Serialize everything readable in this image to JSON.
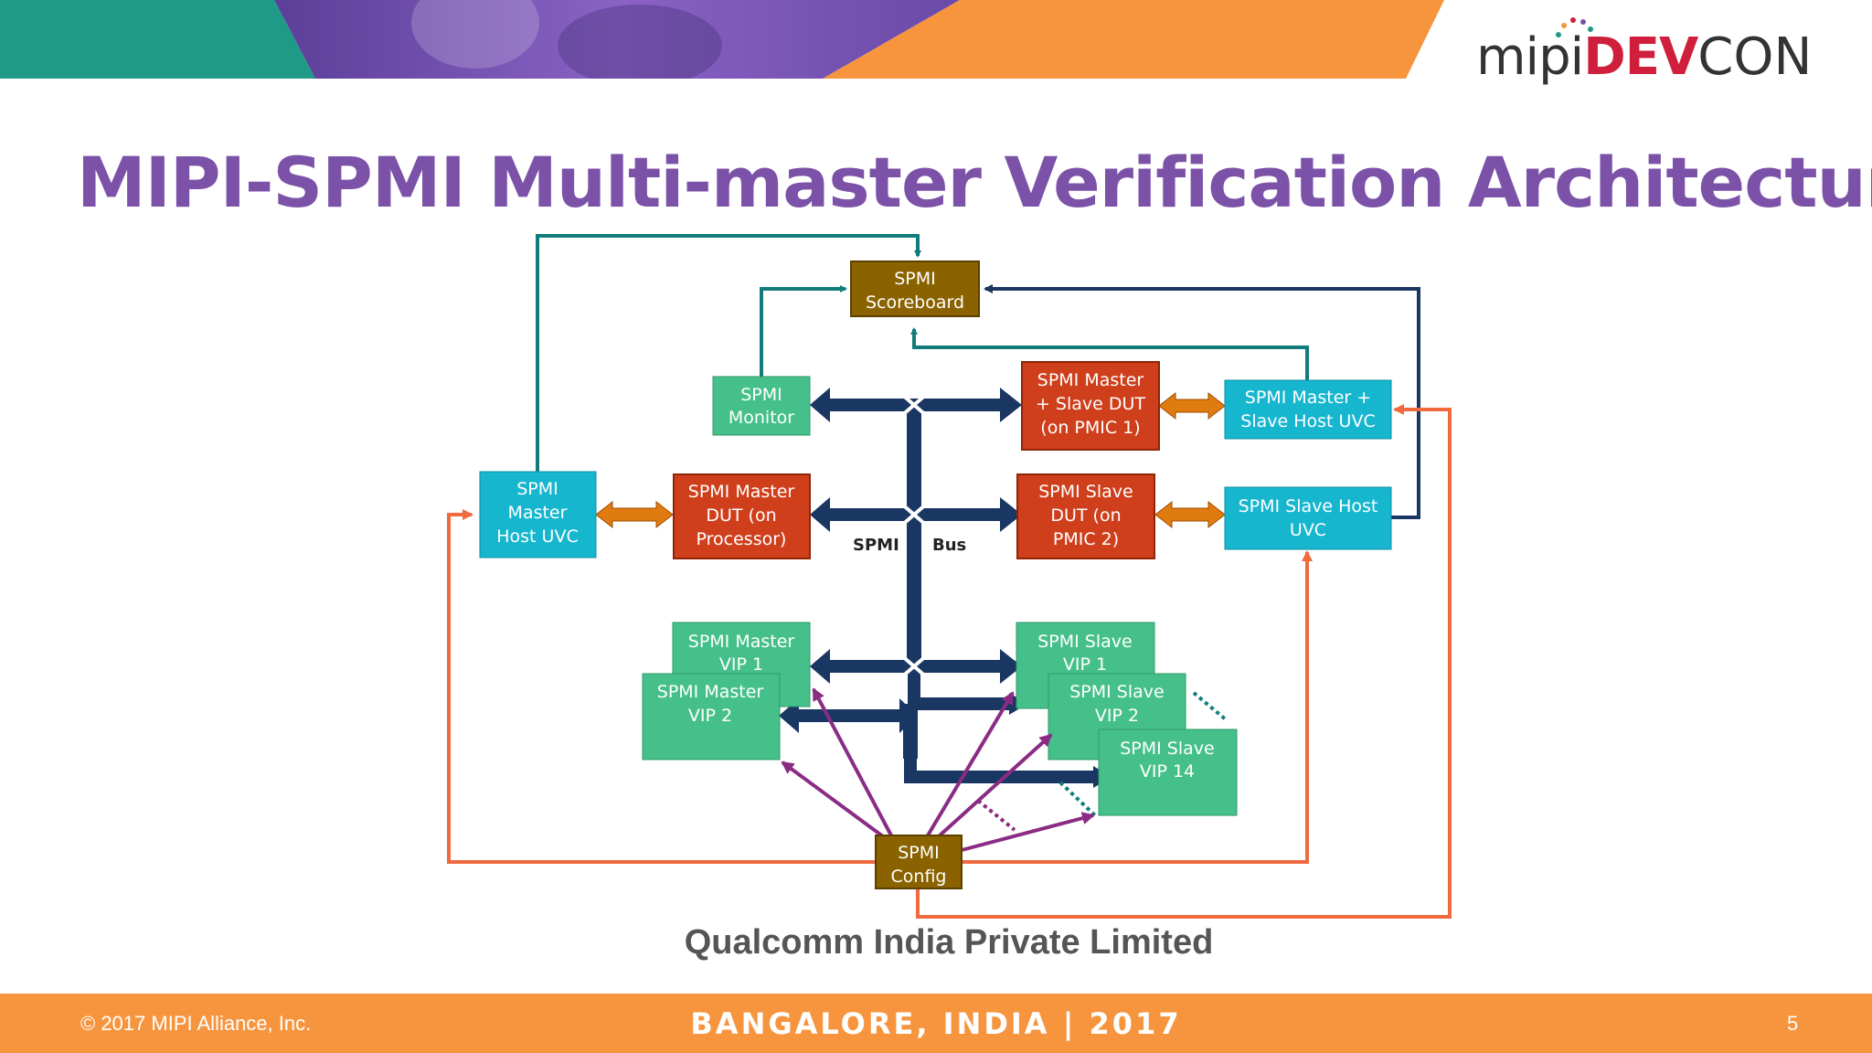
{
  "slide": {
    "title": "MIPI-SPMI Multi-master Verification Architecture",
    "caption": "Qualcomm India Private Limited",
    "page_number": "5"
  },
  "logo": {
    "part1": "mipi",
    "part2": "DEV",
    "part3": "CON"
  },
  "footer": {
    "copyright": "© 2017 MIPI Alliance, Inc.",
    "event": "BANGALORE, INDIA | 2017"
  },
  "colors": {
    "title": "#7b52a8",
    "teal_box": "#17b6cf",
    "red_box": "#cf3f1c",
    "green_box": "#46c08a",
    "brown_box": "#8a6200",
    "bus": "#1a3662",
    "config_arrows": "#8a2c84",
    "orange_lines": "#ef6a3f",
    "teal_lines": "#127c7c",
    "footer": "#f7953f"
  },
  "diagram": {
    "scoreboard": {
      "line1": "SPMI",
      "line2": "Scoreboard"
    },
    "monitor": {
      "line1": "SPMI",
      "line2": "Monitor"
    },
    "master_slave_dut": {
      "line1": "SPMI Master",
      "line2": "+ Slave DUT",
      "line3": "(on PMIC 1)"
    },
    "master_slave_uvc": {
      "line1": "SPMI Master +",
      "line2": "Slave Host UVC"
    },
    "master_host_uvc": {
      "line1": "SPMI",
      "line2": "Master",
      "line3": "Host UVC"
    },
    "master_dut": {
      "line1": "SPMI Master",
      "line2": "DUT (on",
      "line3": "Processor)"
    },
    "slave_dut": {
      "line1": "SPMI  Slave",
      "line2": "DUT (on",
      "line3": "PMIC 2)"
    },
    "slave_host_uvc": {
      "line1": "SPMI Slave Host",
      "line2": "UVC"
    },
    "bus_label_left": "SPMI",
    "bus_label_right": "Bus",
    "master_vip1": {
      "line1": "SPMI Master",
      "line2": "VIP 1"
    },
    "master_vip2": {
      "line1": "SPMI Master",
      "line2": "VIP 2"
    },
    "slave_vip1": {
      "line1": "SPMI Slave",
      "line2": "VIP 1"
    },
    "slave_vip2": {
      "line1": "SPMI Slave",
      "line2": "VIP 2"
    },
    "slave_vip14": {
      "line1": "SPMI Slave",
      "line2": "VIP 14"
    },
    "config": {
      "line1": "SPMI",
      "line2": "Config"
    }
  }
}
